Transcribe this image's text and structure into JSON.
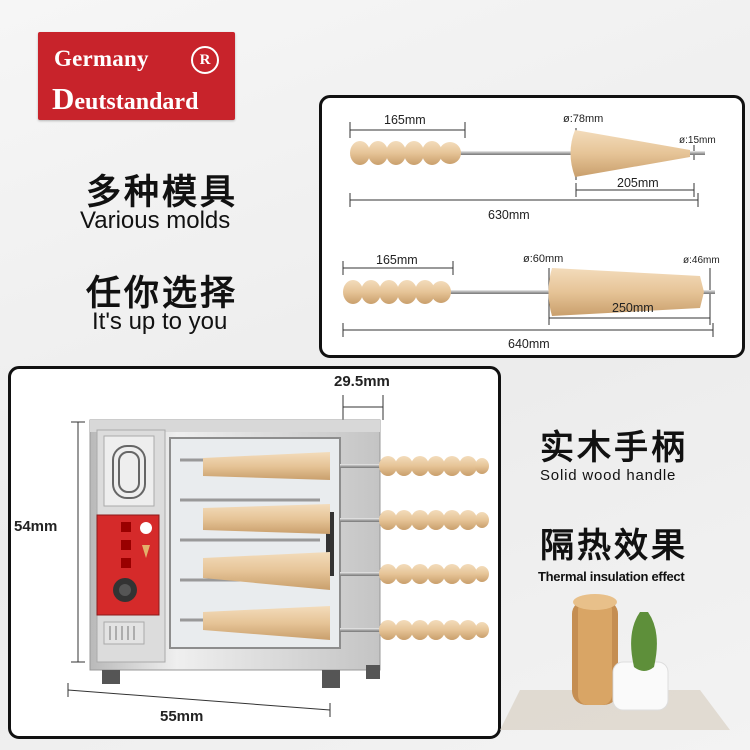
{
  "brand": {
    "line1": "Germany",
    "line2_initial": "D",
    "line2_rest": "eutstandard",
    "registered": "R"
  },
  "left_text": {
    "zh1": "多种模具",
    "en1": "Various molds",
    "zh2": "任你选择",
    "en2": "It's up to you"
  },
  "molds": {
    "top": {
      "handle_length": "165mm",
      "cone_base_diameter": "ø:78mm",
      "tip_diameter": "ø:15mm",
      "cone_length": "205mm",
      "total_length": "630mm"
    },
    "bottom": {
      "handle_length": "165mm",
      "base_diameter": "ø:60mm",
      "tip_diameter": "ø:46mm",
      "mold_length": "250mm",
      "total_length": "640mm"
    }
  },
  "machine": {
    "depth": "29.5mm",
    "height": "54mm",
    "width": "55mm"
  },
  "right_text": {
    "zh1": "实木手柄",
    "en1": "Solid wood handle",
    "zh2": "隔热效果",
    "en2": "Thermal insulation effect"
  },
  "colors": {
    "brand_red": "#c8232b",
    "wood": "#e8c9a0",
    "stainless": "#c9c9c9"
  }
}
